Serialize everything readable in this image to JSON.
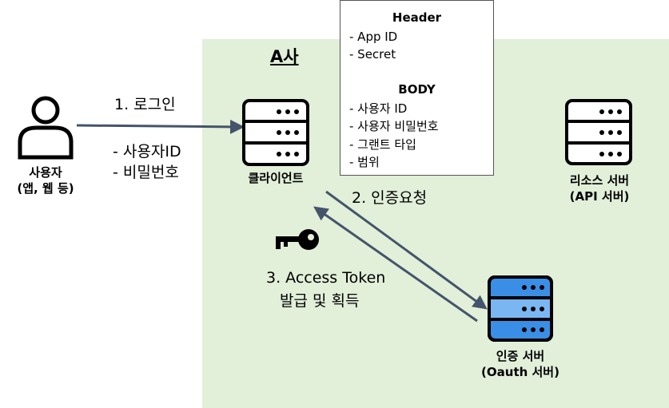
{
  "region": {
    "title": "A사"
  },
  "request_box": {
    "header_title": "Header",
    "header_items": [
      "-  App ID",
      "-  Secret"
    ],
    "body_title": "BODY",
    "body_items": [
      "-  사용자 ID",
      "-  사용자 비밀번호",
      "-  그랜트 타입",
      "-  범위"
    ]
  },
  "user": {
    "label_line1": "사용자",
    "label_line2": "(앱, 웹 등)"
  },
  "client": {
    "label": "클라이언트"
  },
  "resource_server": {
    "label_line1": "리소스 서버",
    "label_line2": "(API 서버)"
  },
  "auth_server": {
    "label_line1": "인증 서버",
    "label_line2": "(Oauth 서버)"
  },
  "steps": {
    "login": "1.  로그인",
    "login_items": [
      "- 사용자ID",
      "- 비밀번호"
    ],
    "auth_request": "2. 인증요청",
    "token_line1": "3. Access Token",
    "token_line2": "발급 및 획득"
  },
  "colors": {
    "region_bg": "#e2efd9",
    "arrow": "#44546a",
    "auth_server": "#2e86e8"
  },
  "icons": [
    "person-icon",
    "server-icon",
    "key-icon"
  ]
}
